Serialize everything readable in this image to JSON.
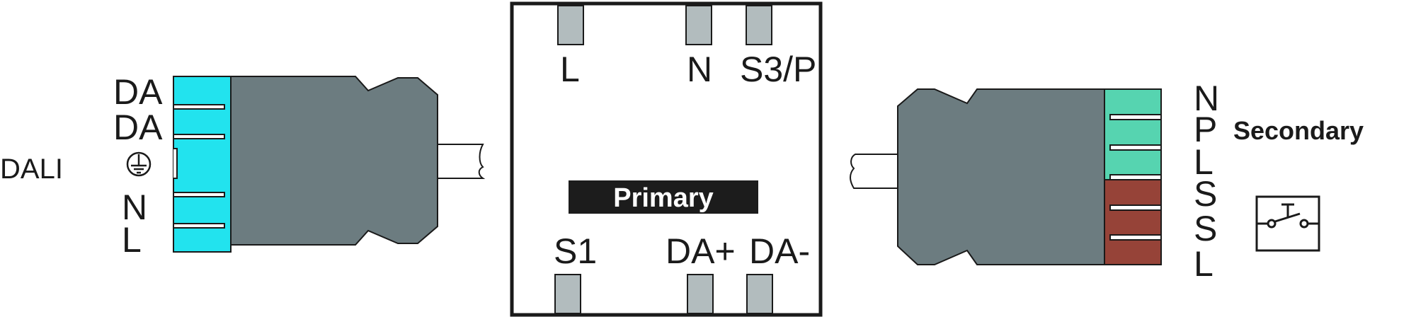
{
  "left_connector": {
    "group_label": "DALI",
    "pin_labels": [
      "DA",
      "DA",
      "N",
      "L"
    ],
    "earth_symbol": "earth-ground-icon",
    "color_terminal": "#22e3ee",
    "color_body": "#6c7c80"
  },
  "module": {
    "top_terminals": [
      "L",
      "N",
      "S3/P"
    ],
    "center_label": "Primary",
    "bottom_terminals": [
      "S1",
      "DA+",
      "DA-"
    ],
    "terminal_color": "#b2bcbe"
  },
  "right_connector": {
    "pin_labels": [
      "N",
      "P",
      "L",
      "S",
      "S",
      "L"
    ],
    "side_label": "Secondary",
    "switch_symbol": "push-switch-icon",
    "color_green": "#56d4b0",
    "color_red": "#964338",
    "color_body": "#6c7c80"
  }
}
